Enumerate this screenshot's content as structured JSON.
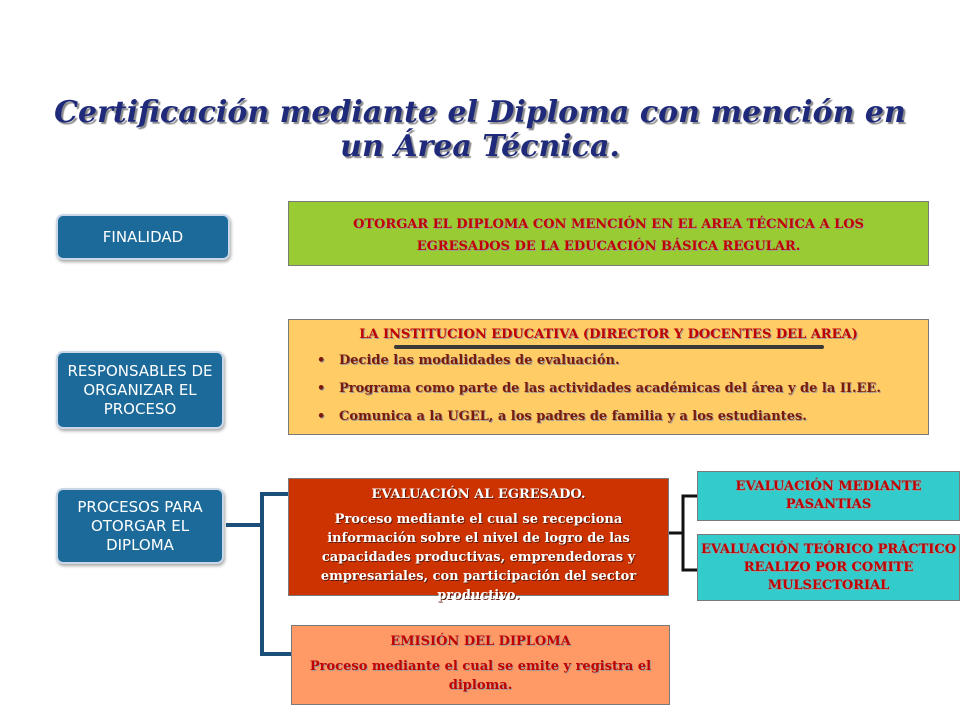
{
  "title": "Certificación mediante el Diploma con mención en un Área Técnica.",
  "labels": {
    "finalidad": "FINALIDAD",
    "responsables": "RESPONSABLES DE ORGANIZAR EL PROCESO",
    "procesos": "PROCESOS PARA OTORGAR EL DIPLOMA"
  },
  "finalidad_box": {
    "line1": "OTORGAR EL DIPLOMA CON MENCIÓN EN  EL AREA TÉCNICA A LOS",
    "line2": "EGRESADOS DE LA EDUCACIÓN BÁSICA REGULAR."
  },
  "responsables_box": {
    "heading": "LA INSTITUCION EDUCATIVA (DIRECTOR Y DOCENTES DEL AREA)",
    "bullets": [
      "Decide las modalidades de evaluación.",
      "Programa como parte de las actividades académicas  del área y de la II.EE.",
      "Comunica a la UGEL, a los padres de familia y a los estudiantes."
    ],
    "bullet_symbol": "•"
  },
  "evaluacion_box": {
    "title": "EVALUACIÓN AL EGRESADO.",
    "body": "Proceso mediante el cual  se  recepciona información sobre el nivel de logro de las capacidades productivas, emprendedoras y empresariales, con participación  del sector productivo."
  },
  "emision_box": {
    "title": "EMISIÓN DEL DIPLOMA",
    "body": "Proceso mediante el cual se emite y registra  el diploma."
  },
  "pasantias_box": "EVALUACIÓN MEDIANTE PASANTIAS",
  "teorico_box": "EVALUACIÓN TEÓRICO PRÁCTICO REALIZO POR COMITE MULSECTORIAL",
  "colors": {
    "label_bg": "#1b6a9a",
    "title": "#1f2a7a",
    "green_box": "#99cc33",
    "yellow_box": "#ffcc66",
    "red_box": "#cc3300",
    "salmon_box": "#ff9966",
    "cyan_box": "#33cccc",
    "text_red": "#c00000"
  }
}
